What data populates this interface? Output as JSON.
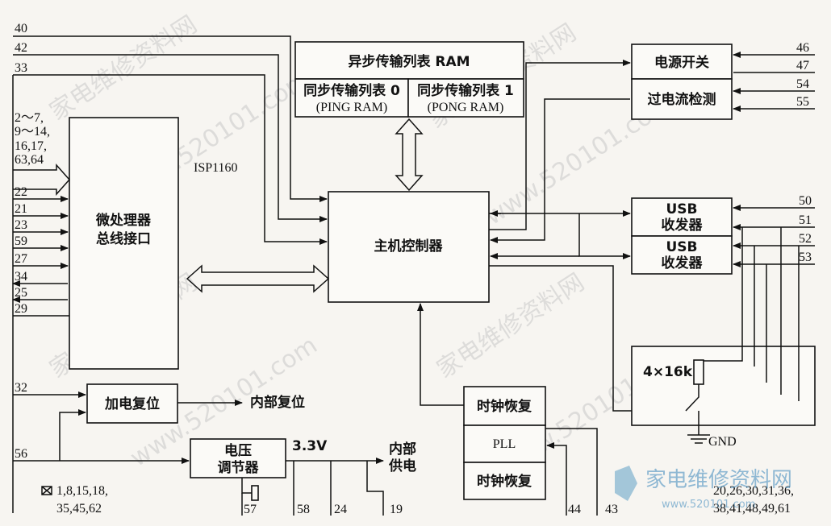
{
  "blocks": {
    "async_ram": "异步传输列表 RAM",
    "ping_l1": "同步传输列表 0",
    "ping_l2": "(PING RAM)",
    "pong_l1": "同步传输列表 1",
    "pong_l2": "(PONG RAM)",
    "chip": "ISP1160",
    "mp_l1": "微处理器",
    "mp_l2": "总线接口",
    "host": "主机控制器",
    "power_switch": "电源开关",
    "overcurrent": "过电流检测",
    "usb1_l1": "USB",
    "usb1_l2": "收发器",
    "usb2_l1": "USB",
    "usb2_l2": "收发器",
    "resistor": "4×16k",
    "gnd": "GND",
    "por": "加电复位",
    "internal_reset": "内部复位",
    "vreg_l1": "电压",
    "vreg_l2": "调节器",
    "v33": "3.3V",
    "int_pwr_l1": "内部",
    "int_pwr_l2": "供电",
    "clk_rec_top": "时钟恢复",
    "pll": "PLL",
    "clk_rec_bot": "时钟恢复"
  },
  "pins": {
    "p40": "40",
    "p42": "42",
    "p33": "33",
    "data_l1": "2～7,",
    "data_l2": "9～14,",
    "data_l3": "16,17,",
    "data_l4": "63,64",
    "p22": "22",
    "p21": "21",
    "p23": "23",
    "p59": "59",
    "p27": "27",
    "p34": "34",
    "p25": "25",
    "p29": "29",
    "p46": "46",
    "p47": "47",
    "p54": "54",
    "p55": "55",
    "p50": "50",
    "p51": "51",
    "p52": "52",
    "p53": "53",
    "p32": "32",
    "p56": "56",
    "p57": "57",
    "p58": "58",
    "p24": "24",
    "p19": "19",
    "p44": "44",
    "p43": "43",
    "gnd_l1": "1,8,15,18,",
    "gnd_l2": "35,45,62",
    "nc_l1": "20,26,30,31,36,",
    "nc_l2": "38,41,48,49,61"
  },
  "watermarks": {
    "w1": "家电维修资料网",
    "w2": "www.520101.com",
    "logo_text": "家电维修资料网",
    "logo_url": "www.520101.com"
  }
}
